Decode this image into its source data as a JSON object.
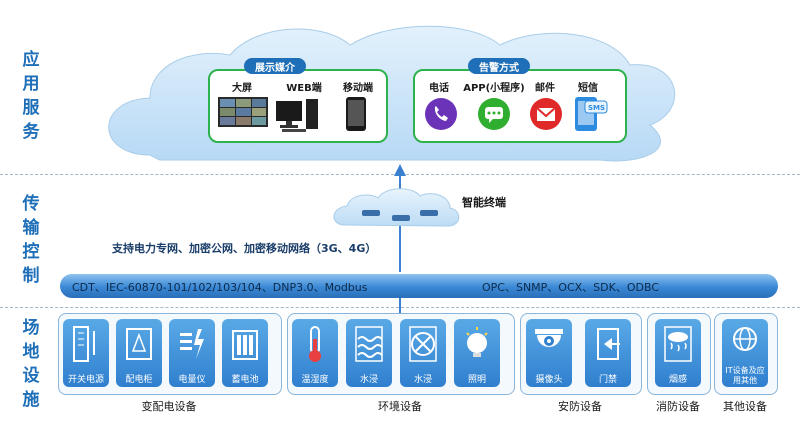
{
  "layers": {
    "app": "应用服务",
    "transport": "传输控制",
    "field": "场地设施"
  },
  "cloud": {
    "media": {
      "title": "展示媒介",
      "items": [
        "大屏",
        "WEB端",
        "移动端"
      ]
    },
    "alarm": {
      "title": "告警方式",
      "items": [
        "电话",
        "APP(小程序)",
        "邮件",
        "短信"
      ]
    },
    "sms_badge": "SMS"
  },
  "transport": {
    "terminal": "智能终端",
    "networks": "支持电力专网、加密公网、加密移动网络（3G、4G）"
  },
  "bus": {
    "left": "CDT、IEC-60870-101/102/103/104、DNP3.0、Modbus",
    "right": "OPC、SNMP、OCX、SDK、ODBC"
  },
  "groups": {
    "power": {
      "label": "变配电设备",
      "devices": [
        "开关电源",
        "配电柜",
        "电量仪",
        "蓄电池"
      ]
    },
    "env": {
      "label": "环境设备",
      "devices": [
        "温湿度",
        "水浸",
        "水浸",
        "照明"
      ]
    },
    "security": {
      "label": "安防设备",
      "devices": [
        "摄像头",
        "门禁"
      ]
    },
    "fire": {
      "label": "消防设备",
      "devices": [
        "烟感"
      ]
    },
    "other": {
      "label": "其他设备",
      "devices": [
        "IT设备及应用其他"
      ]
    }
  },
  "colors": {
    "primary": "#1e6fb8",
    "cloud": "#cfe6fa",
    "panel_border": "#2eb24c",
    "device": "#3b8fdc"
  }
}
